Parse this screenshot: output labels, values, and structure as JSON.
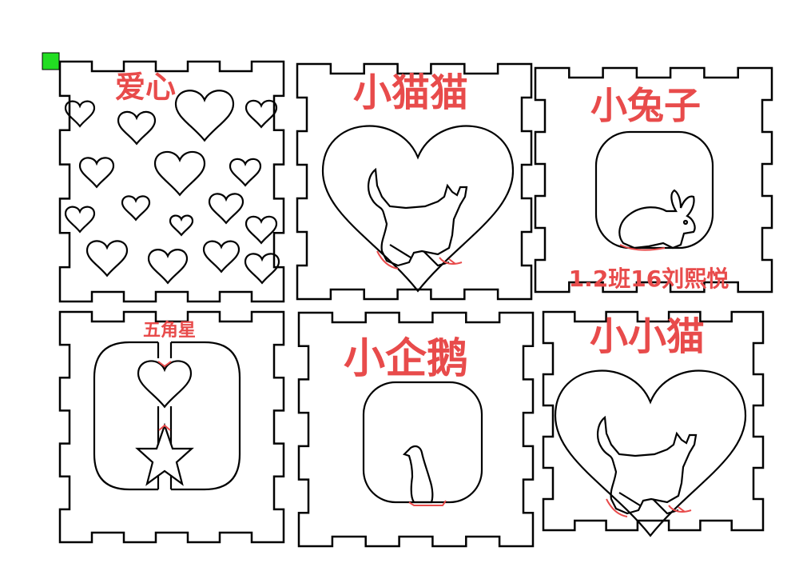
{
  "colors": {
    "cut": "#000000",
    "engrave": "#e84b4b",
    "origin_marker": "#22dd22"
  },
  "panels": [
    {
      "id": "hearts",
      "label": "爱心",
      "motif": "hearts-pattern"
    },
    {
      "id": "cat",
      "label": "小猫猫",
      "motif": "cat-in-heart"
    },
    {
      "id": "rabbit",
      "label": "小兔子",
      "sublabel": "1.2班16刘熙悦",
      "motif": "rabbit-in-window"
    },
    {
      "id": "star",
      "label": "五角星",
      "motif": "heart-and-star"
    },
    {
      "id": "penguin",
      "label": "小企鹅",
      "motif": "penguin-in-window"
    },
    {
      "id": "kitten",
      "label": "小小猫",
      "motif": "cat-in-heart"
    }
  ]
}
